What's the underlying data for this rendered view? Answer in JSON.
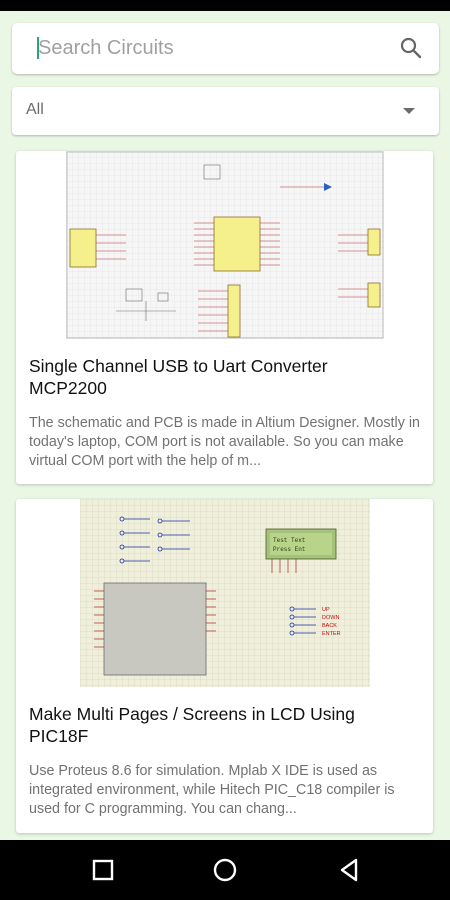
{
  "search": {
    "placeholder": "Search Circuits",
    "icon": "search-icon"
  },
  "filter": {
    "selected": "All",
    "icon": "dropdown-arrow-icon"
  },
  "cards": [
    {
      "title": "Single Channel USB to Uart Converter MCP2200",
      "description": "The schematic and PCB is made in Altium Designer. Mostly  in today's laptop, COM port is not available. So you can make virtual COM port with the help of m...",
      "image": "schematic-thumbnail"
    },
    {
      "title": "Make Multi Pages / Screens in LCD Using PIC18F",
      "description": "Use Proteus 8.6 for simulation. Mplab X IDE is used as integrated environment, while Hitech PIC_C18 compiler is used for C programming. You can chang...",
      "image": "proteus-simulation-thumbnail",
      "lcd_lines": [
        "Test Text",
        "Press Ent"
      ],
      "button_labels": [
        "UP",
        "DOWN",
        "BACK",
        "ENTER"
      ]
    }
  ],
  "nav": {
    "recents_icon": "square-icon",
    "home_icon": "circle-icon",
    "back_icon": "triangle-back-icon"
  },
  "colors": {
    "background": "#e9f7e4",
    "accent": "#2aa37c",
    "nav_bar": "#000000"
  }
}
